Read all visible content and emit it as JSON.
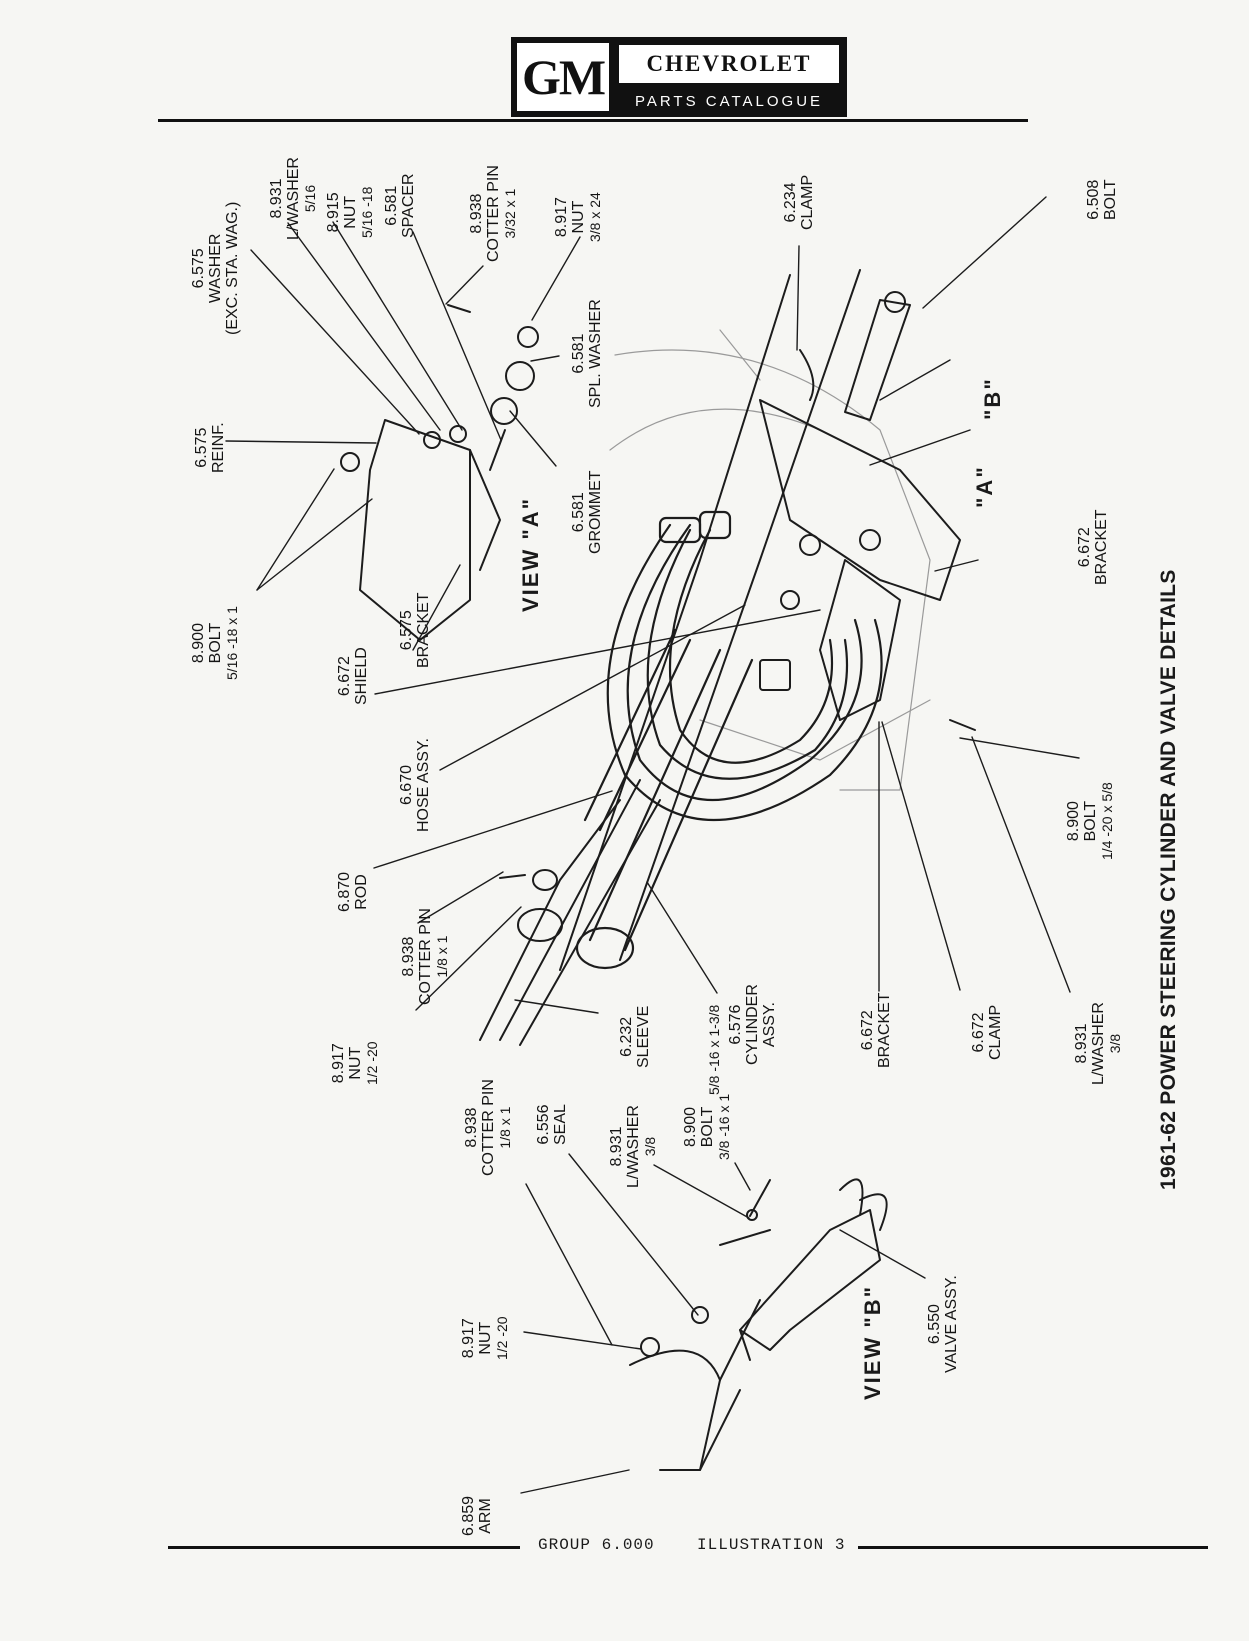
{
  "header": {
    "logo": "GM",
    "brand": "CHEVROLET",
    "subtitle": "PARTS CATALOGUE"
  },
  "title": "1961-62 POWER STEERING CYLINDER AND VALVE DETAILS",
  "views": {
    "a": "VIEW \"A\"",
    "b": "VIEW \"B\"",
    "marker_a": "\"A\"",
    "marker_b": "\"B\""
  },
  "callouts": {
    "washer_exc": {
      "num": "6.575",
      "name": "WASHER",
      "note": "(EXC. STA. WAG.)"
    },
    "lwasher_top": {
      "num": "8.931",
      "name": "L/WASHER",
      "size": "5/16"
    },
    "nut_top": {
      "num": "8.915",
      "name": "NUT",
      "size": "5/16 -18"
    },
    "spacer": {
      "num": "6.581",
      "name": "SPACER"
    },
    "cotter_top": {
      "num": "8.938",
      "name": "COTTER PIN",
      "size": "3/32 x 1"
    },
    "nut_38": {
      "num": "8.917",
      "name": "NUT",
      "size": "3/8 x 24"
    },
    "reinf": {
      "num": "6.575",
      "name": "REINF."
    },
    "spl_washer": {
      "num": "6.581",
      "name": "SPL. WASHER"
    },
    "grommet": {
      "num": "6.581",
      "name": "GROMMET"
    },
    "bolt_516": {
      "num": "8.900",
      "name": "BOLT",
      "size": "5/16 -18 x 1"
    },
    "bracket_575": {
      "num": "6.575",
      "name": "BRACKET"
    },
    "shield": {
      "num": "6.672",
      "name": "SHIELD"
    },
    "hose": {
      "num": "6.670",
      "name": "HOSE ASSY."
    },
    "rod": {
      "num": "6.870",
      "name": "ROD"
    },
    "cotter_mid": {
      "num": "8.938",
      "name": "COTTER PIN",
      "size": "1/8 x 1"
    },
    "nut_mid": {
      "num": "8.917",
      "name": "NUT",
      "size": "1/2 -20"
    },
    "sleeve": {
      "num": "6.232",
      "name": "SLEEVE"
    },
    "cylinder": {
      "num": "6.576",
      "name": "CYLINDER",
      "name2": "ASSY.",
      "size": "5/8 -16 x 1-3/8"
    },
    "clamp_234": {
      "num": "6.234",
      "name": "CLAMP"
    },
    "bolt_508": {
      "num": "6.508",
      "name": "BOLT"
    },
    "bracket_672_top": {
      "num": "6.672",
      "name": "BRACKET"
    },
    "bolt_14": {
      "num": "8.900",
      "name": "BOLT",
      "size": "1/4 -20 x 5/8"
    },
    "bracket_672_bot": {
      "num": "6.672",
      "name": "BRACKET"
    },
    "clamp_672": {
      "num": "6.672",
      "name": "CLAMP"
    },
    "lwasher_38": {
      "num": "8.931",
      "name": "L/WASHER",
      "size": "3/8"
    },
    "cotter_b": {
      "num": "8.938",
      "name": "COTTER PIN",
      "size": "1/8 x 1"
    },
    "seal": {
      "num": "6.556",
      "name": "SEAL"
    },
    "lwasher_b": {
      "num": "8.931",
      "name": "L/WASHER",
      "size": "3/8"
    },
    "bolt_b": {
      "num": "8.900",
      "name": "BOLT",
      "size": "3/8 -16 x 1"
    },
    "nut_b": {
      "num": "8.917",
      "name": "NUT",
      "size": "1/2 -20"
    },
    "valve": {
      "num": "6.550",
      "name": "VALVE ASSY."
    },
    "arm": {
      "num": "6.859",
      "name": "ARM"
    }
  },
  "footer": {
    "group": "GROUP 6.000",
    "illustration": "ILLUSTRATION 3"
  }
}
